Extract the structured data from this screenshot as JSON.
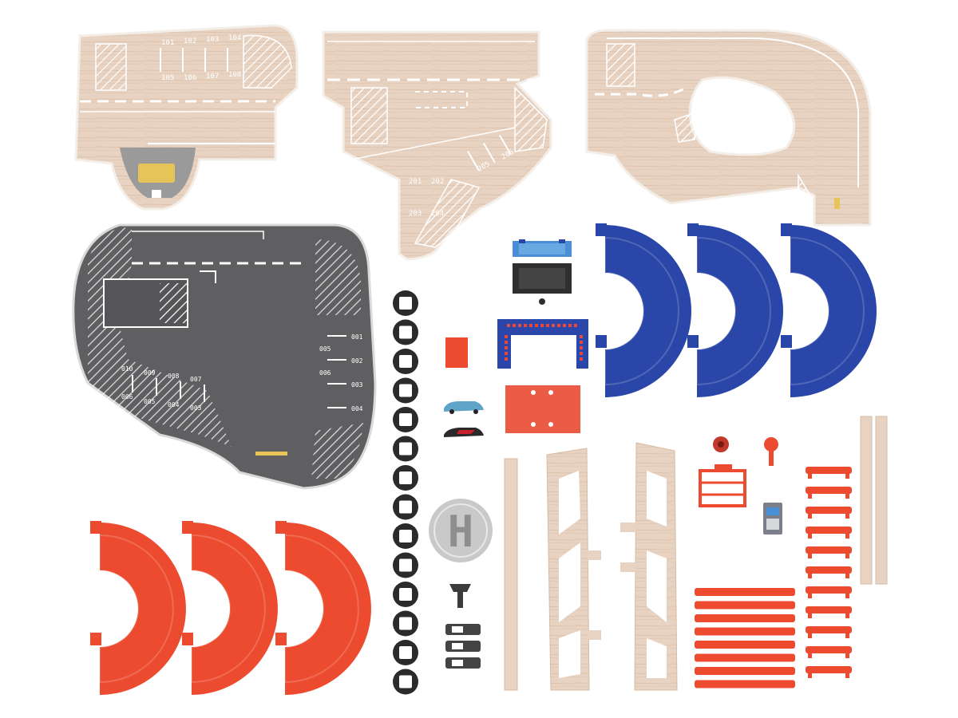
{
  "scene": {
    "background": "#ffffff",
    "colors": {
      "wood": "#e8d3c2",
      "wood_dark": "#d9bfa9",
      "asphalt": "#5f5f62",
      "ramp_blue": "#2a46a8",
      "ramp_red": "#ec4b2f",
      "rail_red": "#ec4b2f",
      "tire": "#2b2b2b",
      "helipad_grey": "#c9c9c9"
    }
  },
  "floor_boards": {
    "board_1": {
      "spot_labels": [
        "101",
        "102",
        "103",
        "104",
        "105",
        "106",
        "107",
        "108"
      ]
    },
    "board_2": {
      "spot_labels": [
        "201",
        "202",
        "203",
        "204",
        "205",
        "206"
      ]
    }
  },
  "base_board": {
    "spot_labels_left": [
      "010",
      "009",
      "008",
      "007",
      "006",
      "005",
      "004",
      "003"
    ],
    "spot_labels_right": [
      "001",
      "002",
      "003",
      "004",
      "005",
      "006"
    ]
  },
  "helipad": {
    "letter": "H"
  },
  "counts": {
    "blue_ramps": 3,
    "red_ramps": 3,
    "tires": 14,
    "wall_rails_vertical": 11,
    "wall_rails_horizontal": 8,
    "toy_cars": 2
  }
}
